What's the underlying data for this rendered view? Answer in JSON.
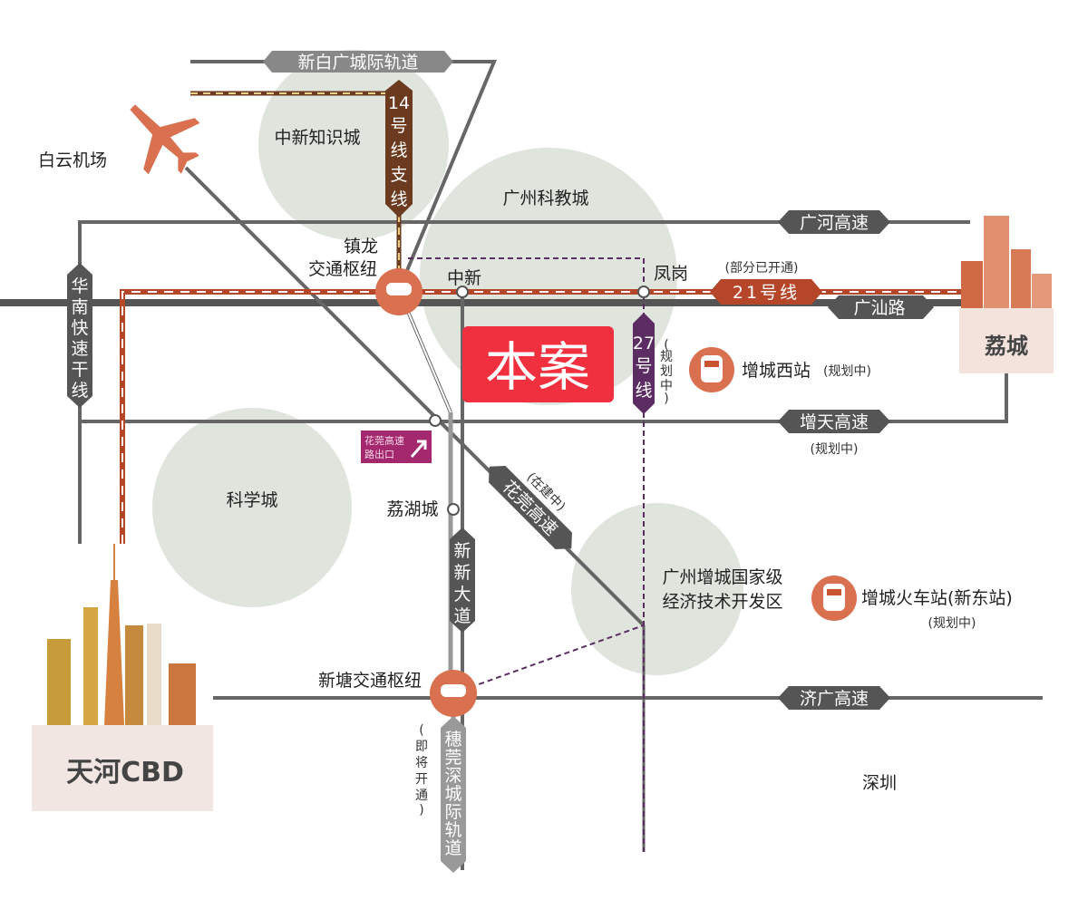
{
  "areas": {
    "zhongxin_knowledge_city": "中新知识城",
    "guangzhou_edu_city": "广州科教城",
    "science_city": "科学城",
    "dev_zone_line1": "广州增城国家级",
    "dev_zone_line2": "经济技术开发区"
  },
  "places": {
    "baiyun_airport": "白云机场",
    "zhenlong_1": "镇龙",
    "zhenlong_2": "交通枢纽",
    "zhongxin": "中新",
    "fenggang": "凤岗",
    "lihu_city": "荔湖城",
    "xintang_hub": "新塘交通枢纽",
    "shenzhen": "深圳",
    "licheng": "荔城",
    "tianhe_cbd": "天河CBD",
    "project": "本案"
  },
  "stations": {
    "zengcheng_west": "增城西站",
    "zengcheng_west_note": "(规划中)",
    "zengcheng_rail": "增城火车站(新东站)",
    "zengcheng_rail_note": "(规划中)"
  },
  "lines": {
    "xinbai_intercity": "新白广城际轨道",
    "line14_branch": [
      "14",
      "号",
      "线",
      "支",
      "线"
    ],
    "line21": "21号线",
    "line21_note": "(部分已开通)",
    "line27": [
      "27",
      "号",
      "线"
    ],
    "line27_note": [
      "(",
      "规",
      "划",
      "中",
      ")"
    ],
    "suiguanshen": [
      "穗",
      "莞",
      "深",
      "城",
      "际",
      "轨",
      "道"
    ],
    "suiguanshen_note": [
      "(",
      "即",
      "将",
      "开",
      "通",
      ")"
    ]
  },
  "roads": {
    "guanghe": "广河高速",
    "guangshan": "广汕路",
    "zengtian": "增天高速",
    "zengtian_note": "(规划中)",
    "jiguang": "济广高速",
    "huanan": [
      "华",
      "南",
      "快",
      "速",
      "干",
      "线"
    ],
    "xinxin": [
      "新",
      "新",
      "大",
      "道"
    ],
    "huaguan": "花莞高速",
    "huaguan_note": "(在建中)",
    "huaguan_exit_1": "花莞高速",
    "huaguan_exit_2": "路出口"
  },
  "colors": {
    "road": "#666666",
    "line21": "#b5462a",
    "line27": "#5b2d63",
    "line14": "#6b3a1f",
    "circle": "#dfe4dd",
    "project": "#f0303f",
    "exit_sign": "#a3286e"
  }
}
